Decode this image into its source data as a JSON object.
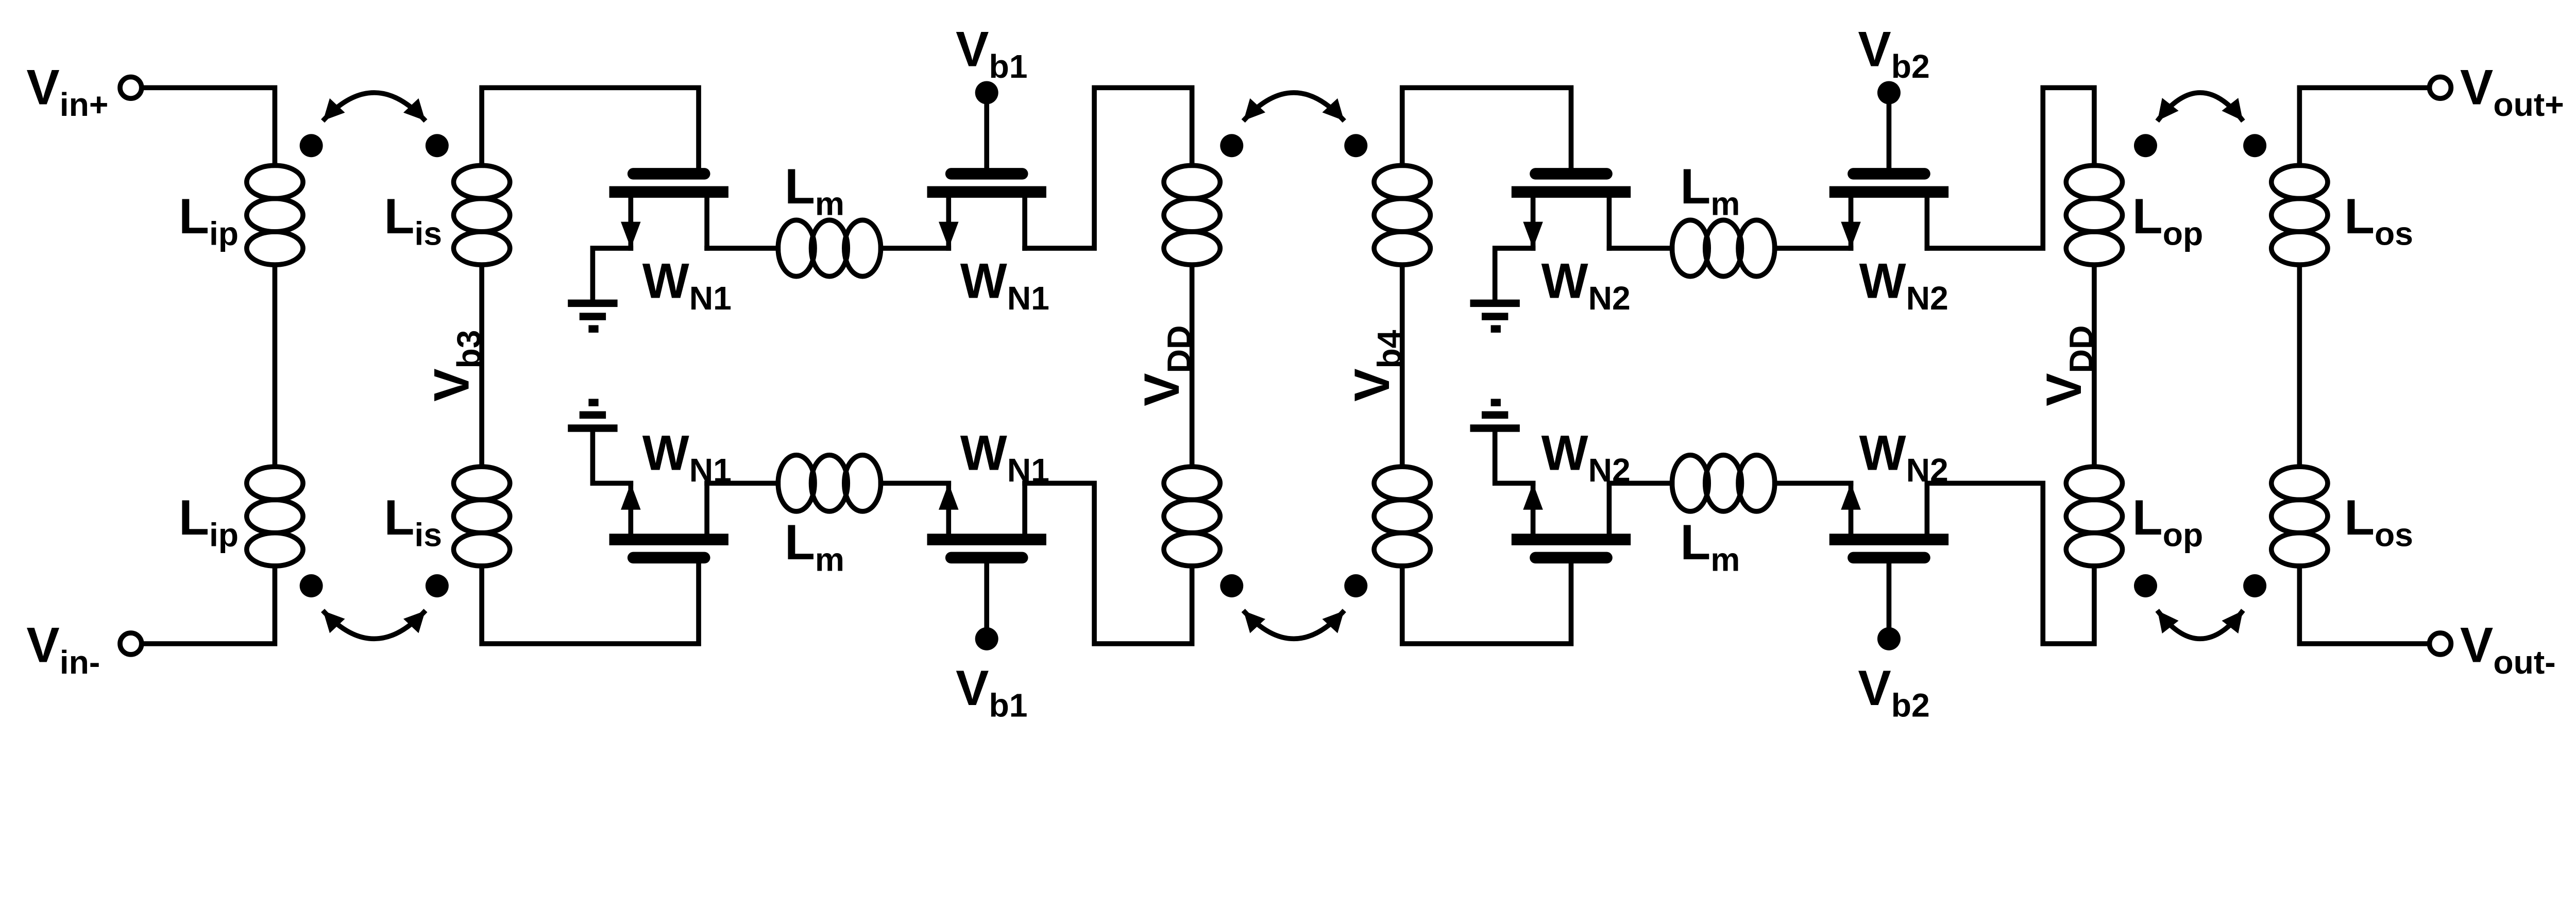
{
  "diagram_type": "circuit-schematic",
  "colors": {
    "ink": "#000000",
    "background": "#ffffff"
  },
  "labels": {
    "vin_plus": {
      "main": "V",
      "sub": "in+"
    },
    "vin_minus": {
      "main": "V",
      "sub": "in-"
    },
    "vout_plus": {
      "main": "V",
      "sub": "out+"
    },
    "vout_minus": {
      "main": "V",
      "sub": "out-"
    },
    "lip": {
      "main": "L",
      "sub": "ip"
    },
    "lis": {
      "main": "L",
      "sub": "is"
    },
    "lop": {
      "main": "L",
      "sub": "op"
    },
    "los": {
      "main": "L",
      "sub": "os"
    },
    "lm": {
      "main": "L",
      "sub": "m"
    },
    "wn1": {
      "main": "W",
      "sub": "N1"
    },
    "wn2": {
      "main": "W",
      "sub": "N2"
    },
    "vb1": {
      "main": "V",
      "sub": "b1"
    },
    "vb2": {
      "main": "V",
      "sub": "b2"
    },
    "vb3": {
      "main": "V",
      "sub": "b3"
    },
    "vb4": {
      "main": "V",
      "sub": "b4"
    },
    "vdd": {
      "main": "V",
      "sub": "DD"
    }
  }
}
